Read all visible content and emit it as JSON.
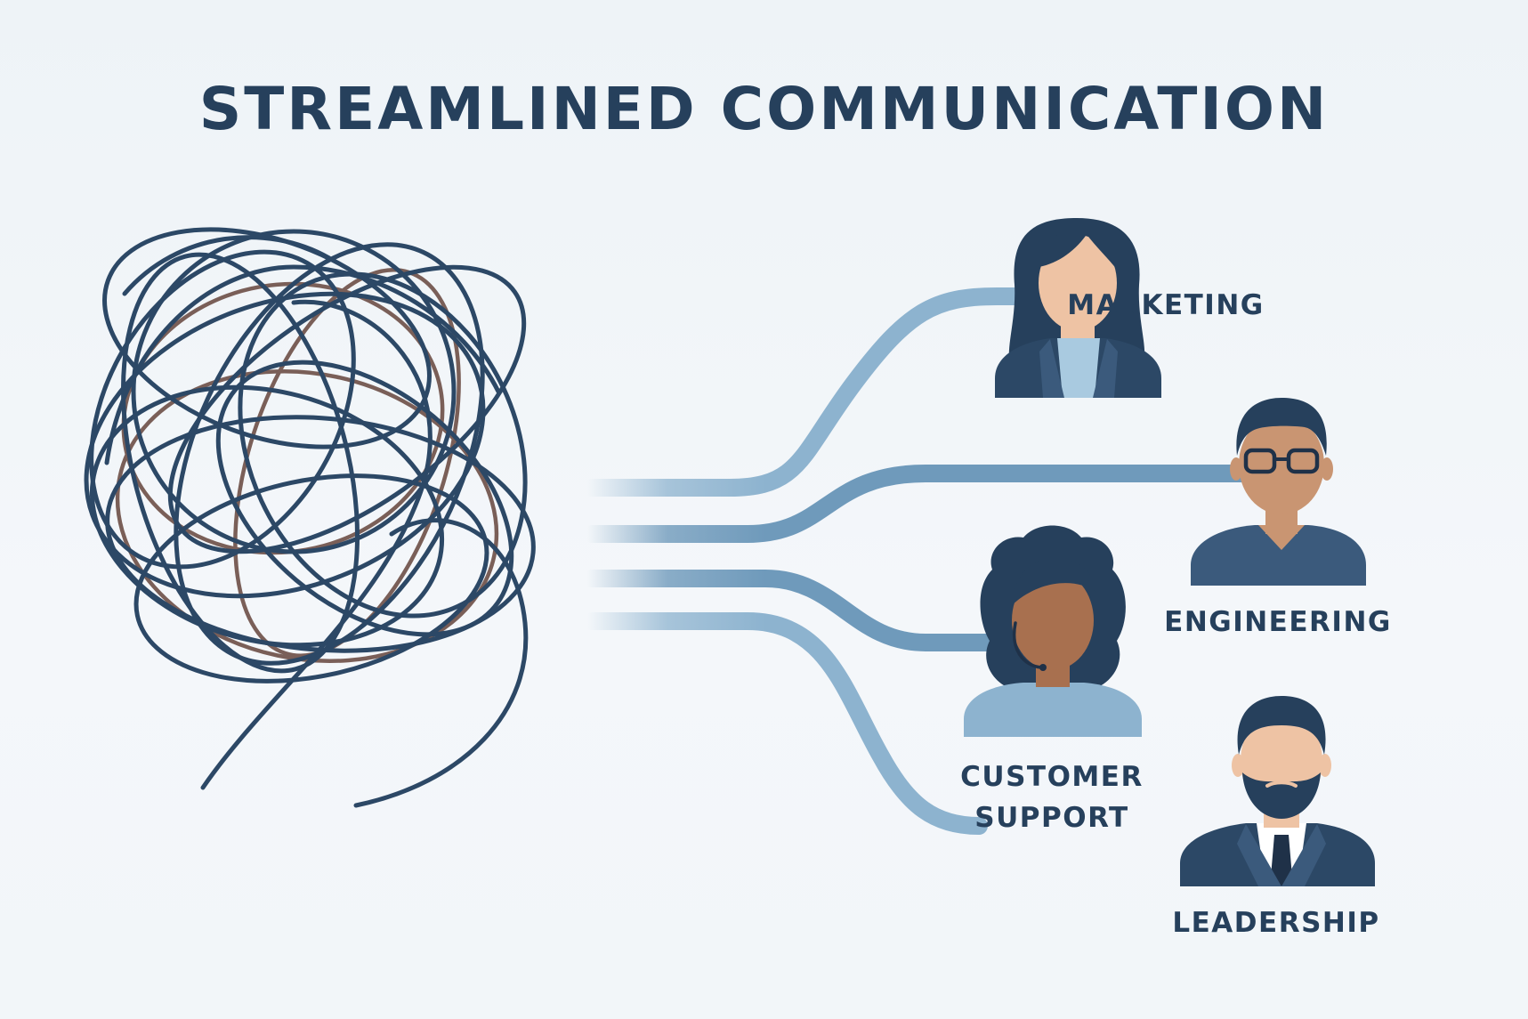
{
  "title": "STREAMLINED COMMUNICATION",
  "colors": {
    "navy": "#26405c",
    "tangle_line": "#2c4866",
    "tangle_brown": "#7a5f58",
    "stream": "#8db3cf",
    "stream_dark": "#6f9abb",
    "background": "#eef3f7"
  },
  "teams": [
    {
      "id": "marketing",
      "label": "MARKETING"
    },
    {
      "id": "engineering",
      "label": "ENGINEERING"
    },
    {
      "id": "customer-support",
      "label_lines": [
        "CUSTOMER",
        "SUPPORT"
      ]
    },
    {
      "id": "leadership",
      "label": "LEADERSHIP"
    }
  ]
}
